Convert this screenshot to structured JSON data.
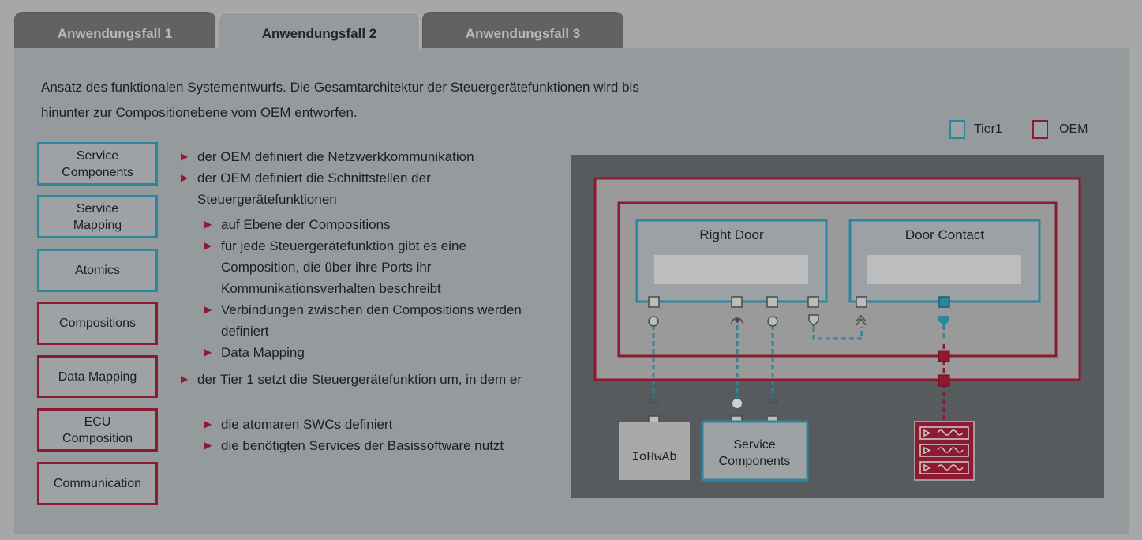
{
  "tabs": [
    {
      "label": "Anwendungsfall 1",
      "active": false
    },
    {
      "label": "Anwendungsfall 2",
      "active": true
    },
    {
      "label": "Anwendungsfall 3",
      "active": false
    }
  ],
  "intro": {
    "line1": "Ansatz des funktionalen Systementwurfs. Die Gesamtarchitektur der Steuergerätefunktionen wird bis",
    "line2": "hinunter zur Compositionebene vom OEM entworfen."
  },
  "legend": {
    "tier1": "Tier1",
    "oem": "OEM"
  },
  "layers": [
    {
      "label1": "Service",
      "label2": "Components",
      "owner": "tier"
    },
    {
      "label1": "Service",
      "label2": "Mapping",
      "owner": "tier"
    },
    {
      "label1": "Atomics",
      "label2": "",
      "owner": "tier"
    },
    {
      "label1": "Compositions",
      "label2": "",
      "owner": "oem"
    },
    {
      "label1": "Data Mapping",
      "label2": "",
      "owner": "oem"
    },
    {
      "label1": "ECU",
      "label2": "Composition",
      "owner": "oem"
    },
    {
      "label1": "Communication",
      "label2": "",
      "owner": "oem"
    }
  ],
  "bullets": {
    "b1": "der OEM definiert die Netzwerkkommunikation",
    "b2_line1": "der OEM definiert die Schnittstellen der",
    "b2_line2": "Steuergerätefunktionen",
    "s1": "auf Ebene der Compositions",
    "s2_line1": "für jede Steuergerätefunktion gibt es eine",
    "s2_line2": "Composition, die über ihre Ports ihr",
    "s2_line3": "Kommunikationsverhalten beschreibt",
    "s3_line1": "Verbindungen zwischen den Compositions werden",
    "s3_line2": "definiert",
    "s4": "Data Mapping",
    "b3": "der Tier 1 setzt die Steuergerätefunktion um, in dem er",
    "t1": "die atomaren SWCs definiert",
    "t2": "die benötigten Services der Basissoftware nutzt"
  },
  "diagram": {
    "right_door": "Right Door",
    "door_contact": "Door Contact",
    "iohwab": "IoHwAb",
    "service_components_1": "Service",
    "service_components_2": "Components"
  },
  "colors": {
    "tier": "#2b879d",
    "oem": "#8c1a30",
    "background": "#585b5e"
  }
}
